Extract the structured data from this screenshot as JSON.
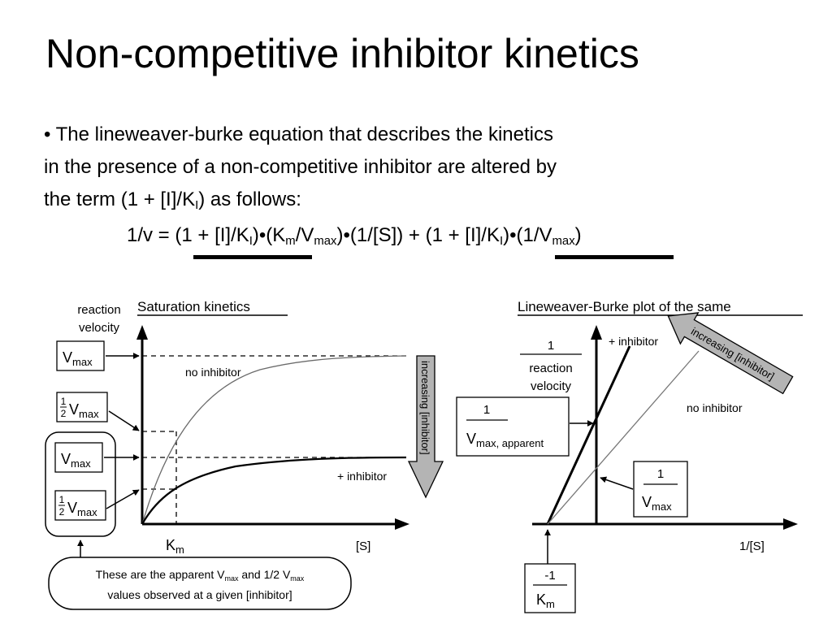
{
  "slide": {
    "title": "Non-competitive inhibitor kinetics",
    "bullet": {
      "line1": "• The lineweaver-burke equation that describes the kinetics",
      "line2": "in the presence of a non-competitive inhibitor are altered by",
      "line3_pre": "the term (1 + [I]/K",
      "line3_sub": "I",
      "line3_post": ") as follows:"
    },
    "equation": {
      "lhs": "1/v = ",
      "t1a": "(1 + [I]/K",
      "t1b": "I",
      "t1c": ")",
      "t2a": "•(K",
      "t2b": "m",
      "t2c": "/V",
      "t2d": "max",
      "t2e": ")•(1/[S]) + ",
      "t3a": "(1 + [I]/K",
      "t3b": "I",
      "t3c": ")",
      "t4a": "•(1/V",
      "t4b": "max",
      "t4c": ")"
    }
  },
  "saturation": {
    "heading": "Saturation kinetics",
    "ylabel_line1": "reaction",
    "ylabel_line2": "velocity",
    "vmax_base": "V",
    "vmax_sub": "max",
    "half_num": "1",
    "half_den": "2",
    "curve_no_inhibitor": "no inhibitor",
    "curve_inhibitor": "+ inhibitor",
    "arrow_label": "increasing [inhibitor]",
    "km_base": "K",
    "km_sub": "m",
    "x_label": "[S]",
    "note_line1_pre": "These are the apparent V",
    "note_line1_sub1": "max",
    "note_line1_mid": " and 1/2 V",
    "note_line1_sub2": "max",
    "note_line2": "values observed at a given [inhibitor]"
  },
  "lineweaver": {
    "heading": "Lineweaver-Burke plot of the same",
    "ylabel_num": "1",
    "ylabel_den1": "reaction",
    "ylabel_den2": "velocity",
    "line_inhibitor": "+ inhibitor",
    "line_no_inhibitor": "no inhibitor",
    "arrow_label": "increasing [inhibitor]",
    "apparent_num": "1",
    "apparent_den_base": "V",
    "apparent_den_sub": "max, apparent",
    "vmax_num": "1",
    "vmax_den_base": "V",
    "vmax_den_sub": "max",
    "x_label": "1/[S]",
    "km_num": "-1",
    "km_den_base": "K",
    "km_den_sub": "m"
  },
  "colors": {
    "line": "#000000",
    "curve_light": "#6a6a6a",
    "arrow_fill": "#b4b4b4"
  }
}
